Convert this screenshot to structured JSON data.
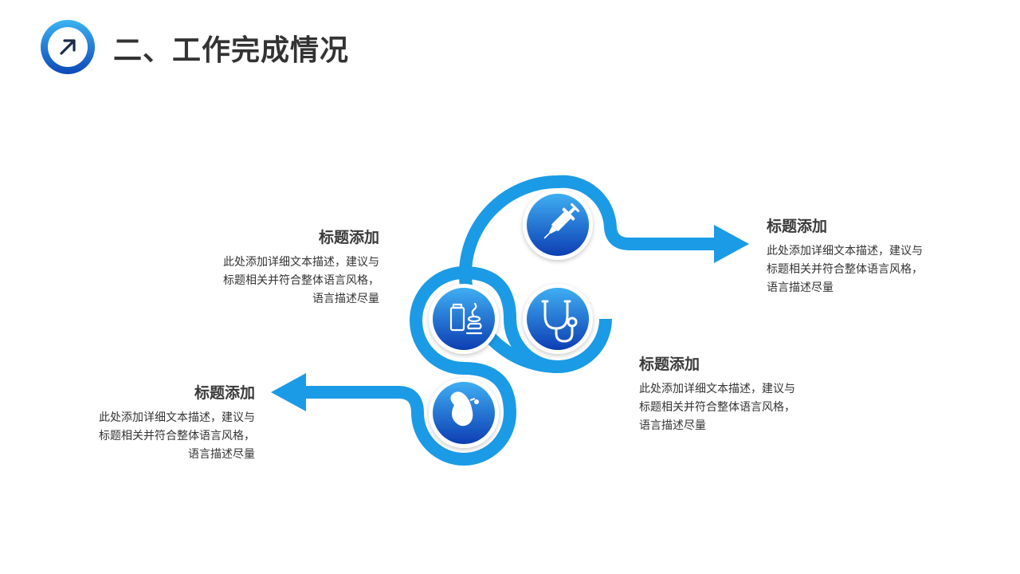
{
  "page": {
    "title": "二、工作完成情况"
  },
  "colors": {
    "accent": "#1B9BE6",
    "circle_top": "#3AA8F0",
    "circle_bottom": "#0E3FB5",
    "title_text": "#333333"
  },
  "steps": [
    {
      "icon": "syringe-icon",
      "title": "标题添加",
      "body": "此处添加详细文本描述，建议与标题相关并符合整体语言风格，语言描述尽量"
    },
    {
      "icon": "stethoscope-icon",
      "title": "标题添加",
      "body": "此处添加详细文本描述，建议与标题相关并符合整体语言风格，语言描述尽量"
    },
    {
      "icon": "medicine-bottle-icon",
      "title": "标题添加",
      "body": "此处添加详细文本描述，建议与标题相关并符合整体语言风格，语言描述尽量"
    },
    {
      "icon": "kidney-icon",
      "title": "标题添加",
      "body": "此处添加详细文本描述，建议与标题相关并符合整体语言风格，语言描述尽量"
    }
  ]
}
